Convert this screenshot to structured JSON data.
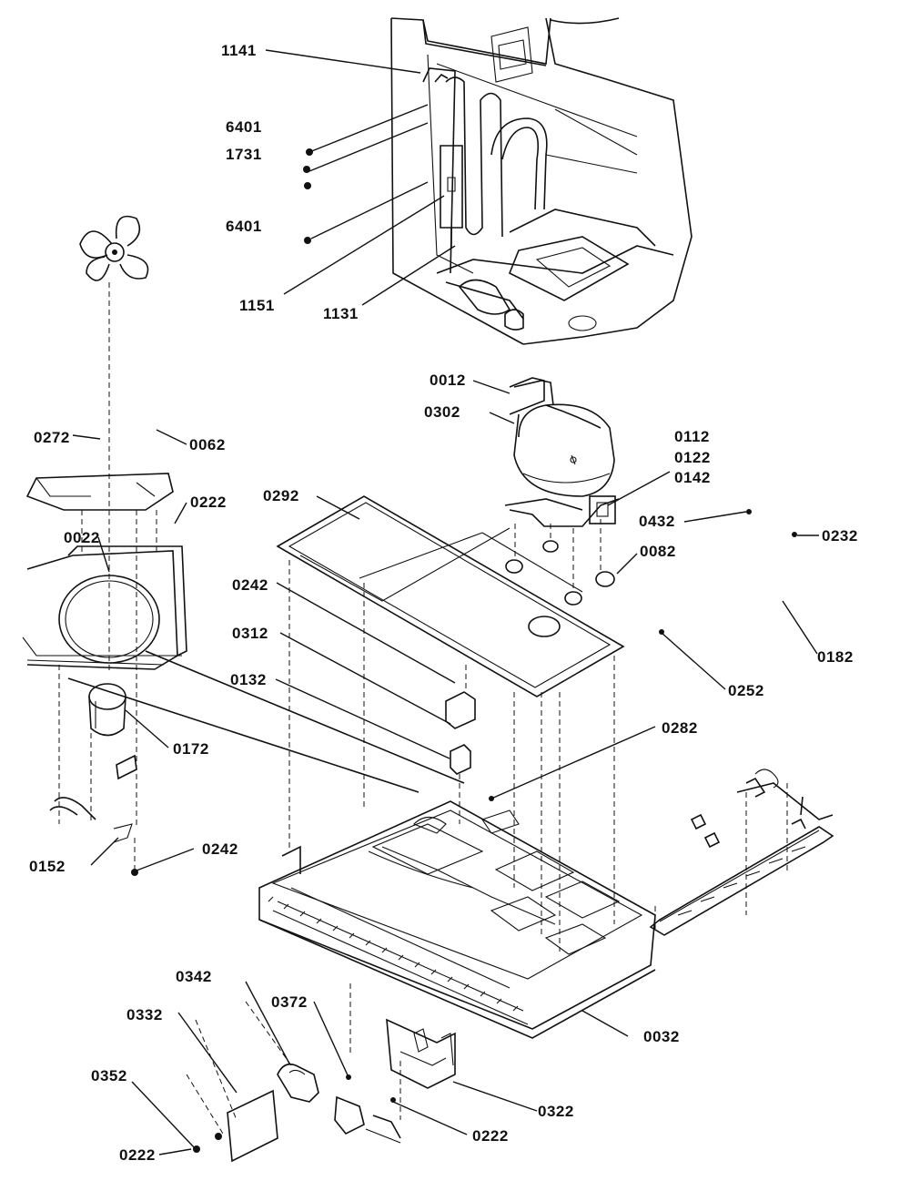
{
  "diagram": {
    "labels": {
      "l1141": "1141",
      "l6401a": "6401",
      "l1731": "1731",
      "l6401b": "6401",
      "l1151": "1151",
      "l1131": "1131",
      "l0012": "0012",
      "l0302": "0302",
      "l0112": "0112",
      "l0122": "0122",
      "l0142": "0142",
      "l0272": "0272",
      "l0062": "0062",
      "l0222a": "0222",
      "l0292": "0292",
      "l0432": "0432",
      "l0232": "0232",
      "l0022": "0022",
      "l0082": "0082",
      "l0242a": "0242",
      "l0312": "0312",
      "l0182": "0182",
      "l0252": "0252",
      "l0132": "0132",
      "l0282": "0282",
      "l0172": "0172",
      "l0152": "0152",
      "l0242b": "0242",
      "l0342": "0342",
      "l0372": "0372",
      "l0332": "0332",
      "l0032": "0032",
      "l0352": "0352",
      "l0322": "0322",
      "l0222b": "0222",
      "l0222c": "0222"
    }
  }
}
